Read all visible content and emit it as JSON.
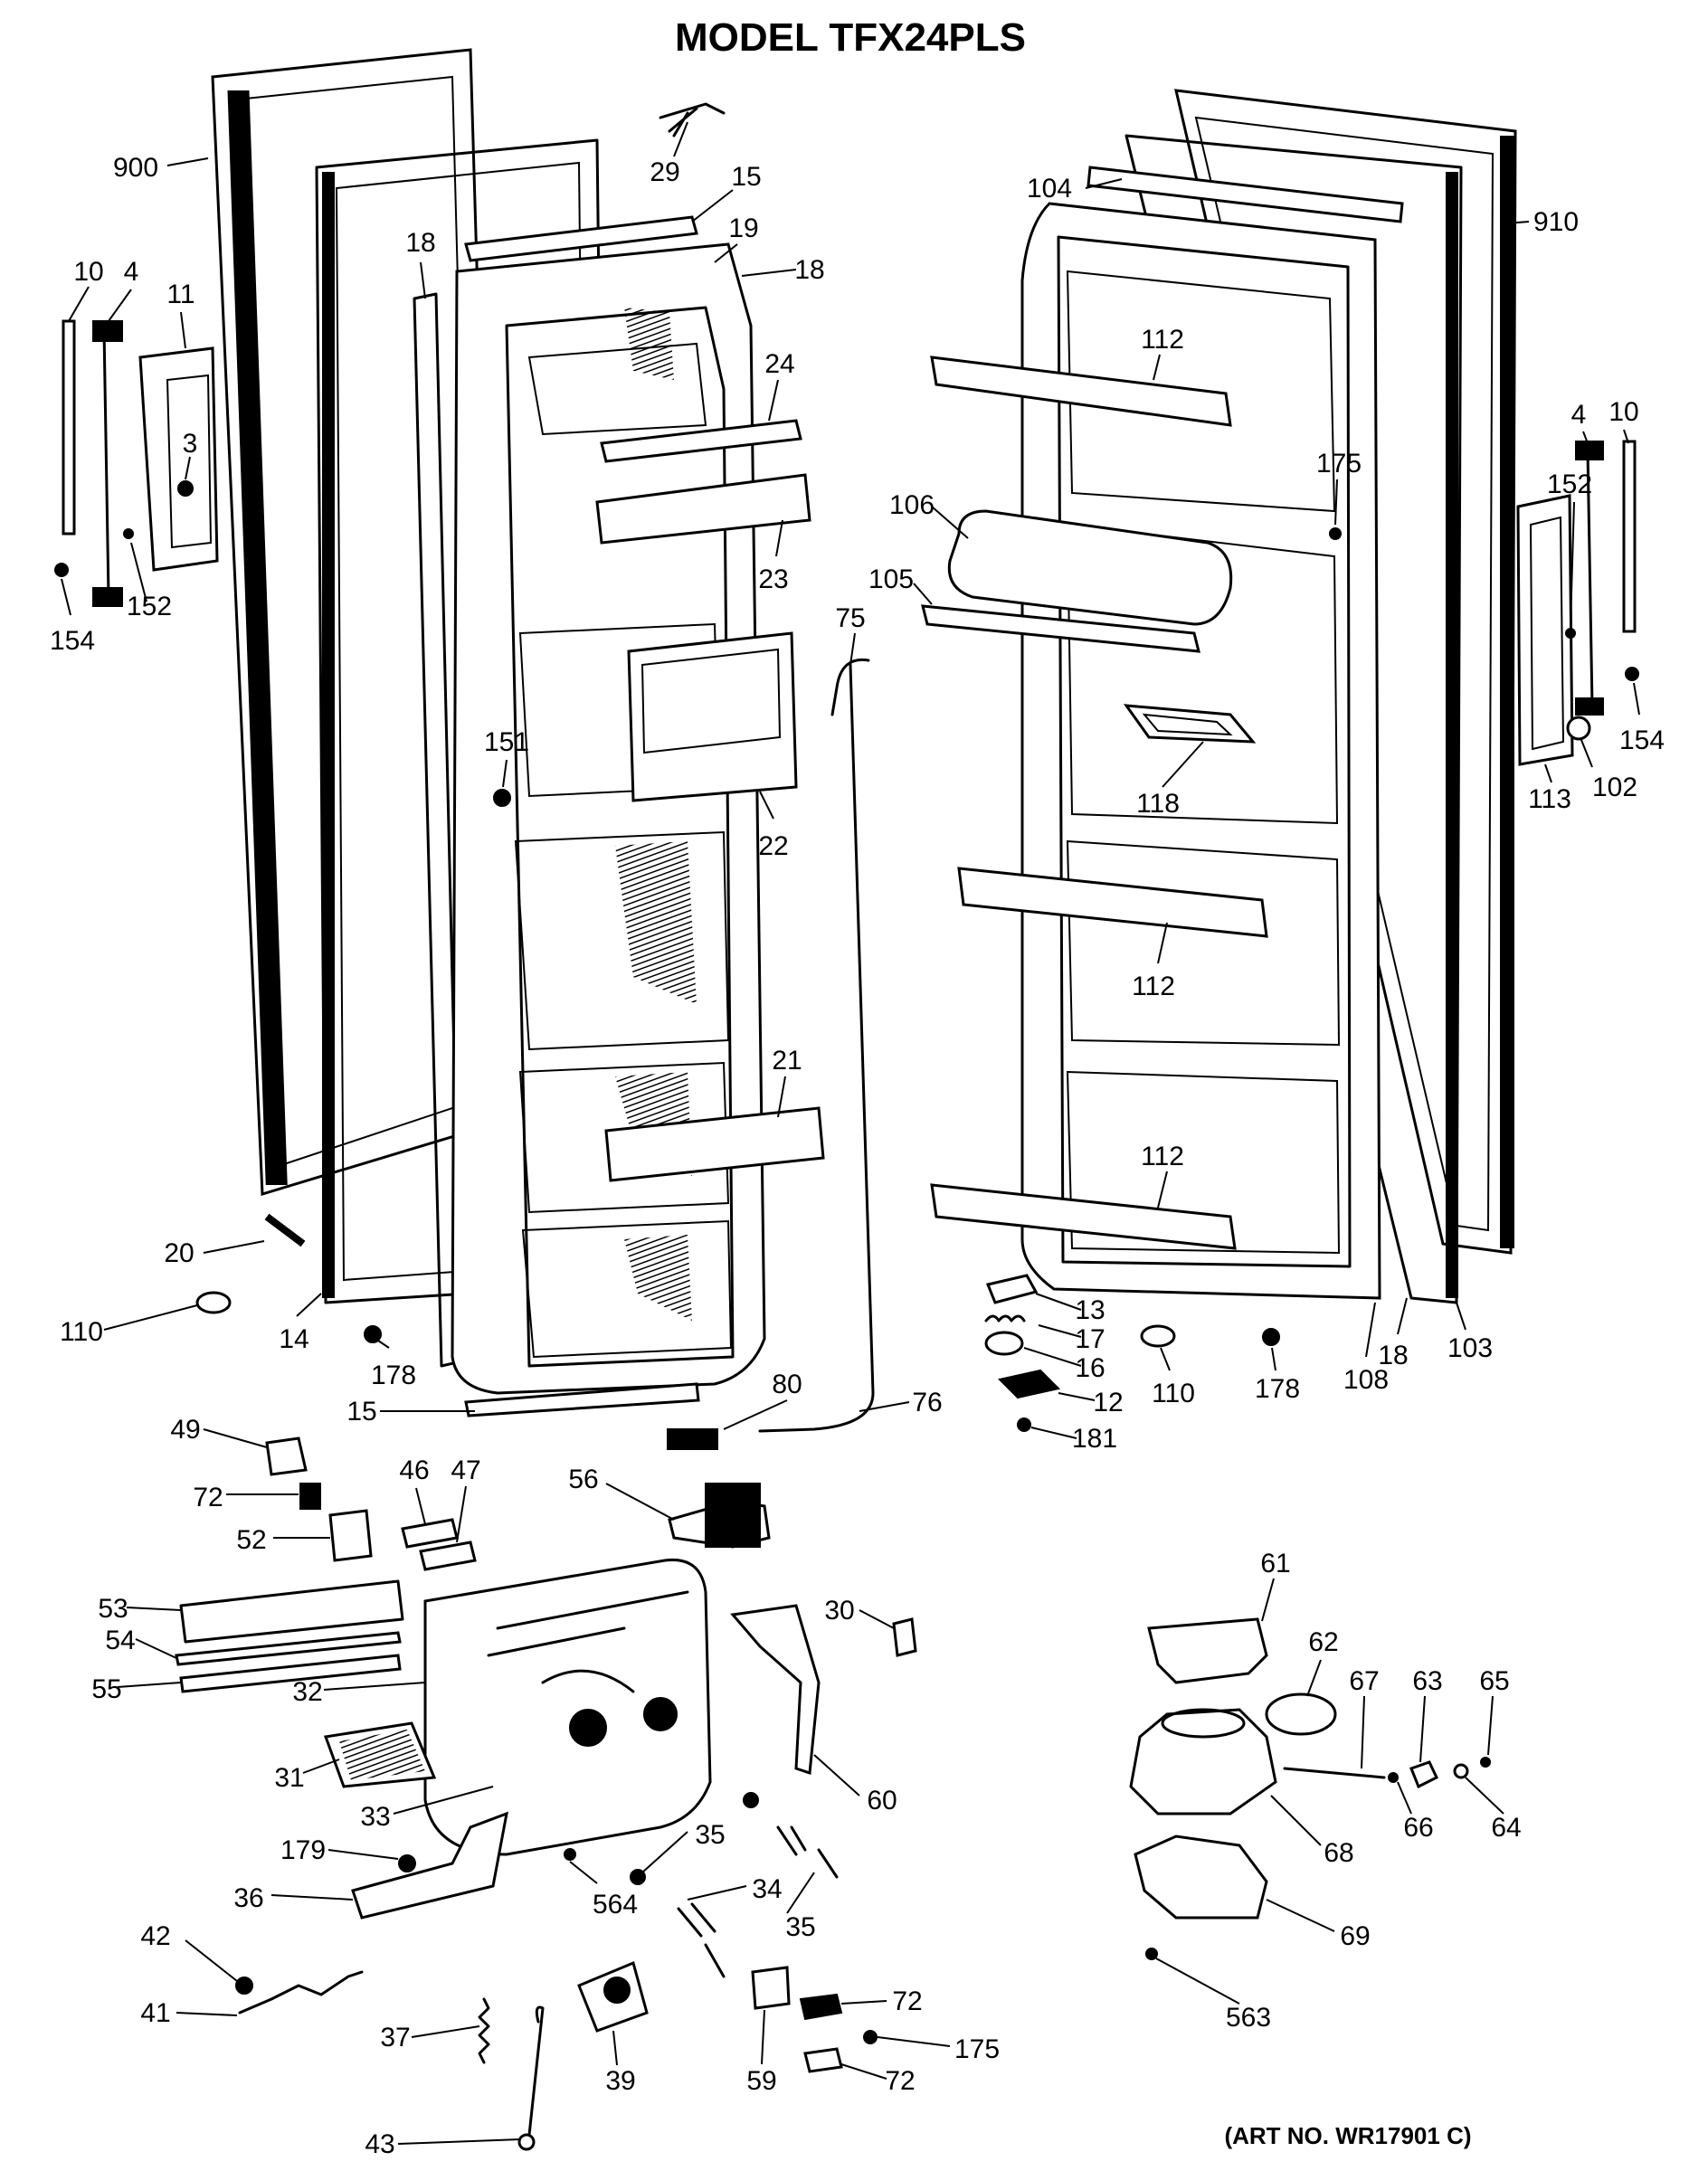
{
  "title": "MODEL TFX24PLS",
  "art_number": "(ART NO. WR17901 C)",
  "callouts": [
    {
      "id": "c900",
      "label": "900"
    },
    {
      "id": "c10a",
      "label": "10"
    },
    {
      "id": "c4a",
      "label": "4"
    },
    {
      "id": "c11",
      "label": "11"
    },
    {
      "id": "c3",
      "label": "3"
    },
    {
      "id": "c154a",
      "label": "154"
    },
    {
      "id": "c152a",
      "label": "152"
    },
    {
      "id": "c18a",
      "label": "18"
    },
    {
      "id": "c29",
      "label": "29"
    },
    {
      "id": "c15a",
      "label": "15"
    },
    {
      "id": "c19",
      "label": "19"
    },
    {
      "id": "c18b",
      "label": "18"
    },
    {
      "id": "c24",
      "label": "24"
    },
    {
      "id": "c23",
      "label": "23"
    },
    {
      "id": "c151",
      "label": "151"
    },
    {
      "id": "c22",
      "label": "22"
    },
    {
      "id": "c21",
      "label": "21"
    },
    {
      "id": "c20",
      "label": "20"
    },
    {
      "id": "c110a",
      "label": "110"
    },
    {
      "id": "c14",
      "label": "14"
    },
    {
      "id": "c178a",
      "label": "178"
    },
    {
      "id": "c15b",
      "label": "15"
    },
    {
      "id": "c75",
      "label": "75"
    },
    {
      "id": "c104",
      "label": "104"
    },
    {
      "id": "c910",
      "label": "910"
    },
    {
      "id": "c112a",
      "label": "112"
    },
    {
      "id": "c175a",
      "label": "175"
    },
    {
      "id": "c106",
      "label": "106"
    },
    {
      "id": "c105",
      "label": "105"
    },
    {
      "id": "c118",
      "label": "118"
    },
    {
      "id": "c112b",
      "label": "112"
    },
    {
      "id": "c112c",
      "label": "112"
    },
    {
      "id": "c4b",
      "label": "4"
    },
    {
      "id": "c10b",
      "label": "10"
    },
    {
      "id": "c152b",
      "label": "152"
    },
    {
      "id": "c154b",
      "label": "154"
    },
    {
      "id": "c102",
      "label": "102"
    },
    {
      "id": "c113",
      "label": "113"
    },
    {
      "id": "c13",
      "label": "13"
    },
    {
      "id": "c17",
      "label": "17"
    },
    {
      "id": "c16",
      "label": "16"
    },
    {
      "id": "c12",
      "label": "12"
    },
    {
      "id": "c181",
      "label": "181"
    },
    {
      "id": "c110b",
      "label": "110"
    },
    {
      "id": "c178b",
      "label": "178"
    },
    {
      "id": "c108",
      "label": "108"
    },
    {
      "id": "c18c",
      "label": "18"
    },
    {
      "id": "c103",
      "label": "103"
    },
    {
      "id": "c80",
      "label": "80"
    },
    {
      "id": "c76",
      "label": "76"
    },
    {
      "id": "c49",
      "label": "49"
    },
    {
      "id": "c72a",
      "label": "72"
    },
    {
      "id": "c46",
      "label": "46"
    },
    {
      "id": "c47",
      "label": "47"
    },
    {
      "id": "c56",
      "label": "56"
    },
    {
      "id": "c52",
      "label": "52"
    },
    {
      "id": "c53",
      "label": "53"
    },
    {
      "id": "c54",
      "label": "54"
    },
    {
      "id": "c55",
      "label": "55"
    },
    {
      "id": "c32",
      "label": "32"
    },
    {
      "id": "c30",
      "label": "30"
    },
    {
      "id": "c31",
      "label": "31"
    },
    {
      "id": "c33",
      "label": "33"
    },
    {
      "id": "c60",
      "label": "60"
    },
    {
      "id": "c179",
      "label": "179"
    },
    {
      "id": "c35a",
      "label": "35"
    },
    {
      "id": "c34",
      "label": "34"
    },
    {
      "id": "c564",
      "label": "564"
    },
    {
      "id": "c35b",
      "label": "35"
    },
    {
      "id": "c36",
      "label": "36"
    },
    {
      "id": "c42",
      "label": "42"
    },
    {
      "id": "c41",
      "label": "41"
    },
    {
      "id": "c37",
      "label": "37"
    },
    {
      "id": "c39",
      "label": "39"
    },
    {
      "id": "c43",
      "label": "43"
    },
    {
      "id": "c59",
      "label": "59"
    },
    {
      "id": "c72b",
      "label": "72"
    },
    {
      "id": "c175b",
      "label": "175"
    },
    {
      "id": "c72c",
      "label": "72"
    },
    {
      "id": "c61",
      "label": "61"
    },
    {
      "id": "c62",
      "label": "62"
    },
    {
      "id": "c67",
      "label": "67"
    },
    {
      "id": "c63",
      "label": "63"
    },
    {
      "id": "c65",
      "label": "65"
    },
    {
      "id": "c66",
      "label": "66"
    },
    {
      "id": "c64",
      "label": "64"
    },
    {
      "id": "c68",
      "label": "68"
    },
    {
      "id": "c69",
      "label": "69"
    },
    {
      "id": "c563",
      "label": "563"
    }
  ]
}
